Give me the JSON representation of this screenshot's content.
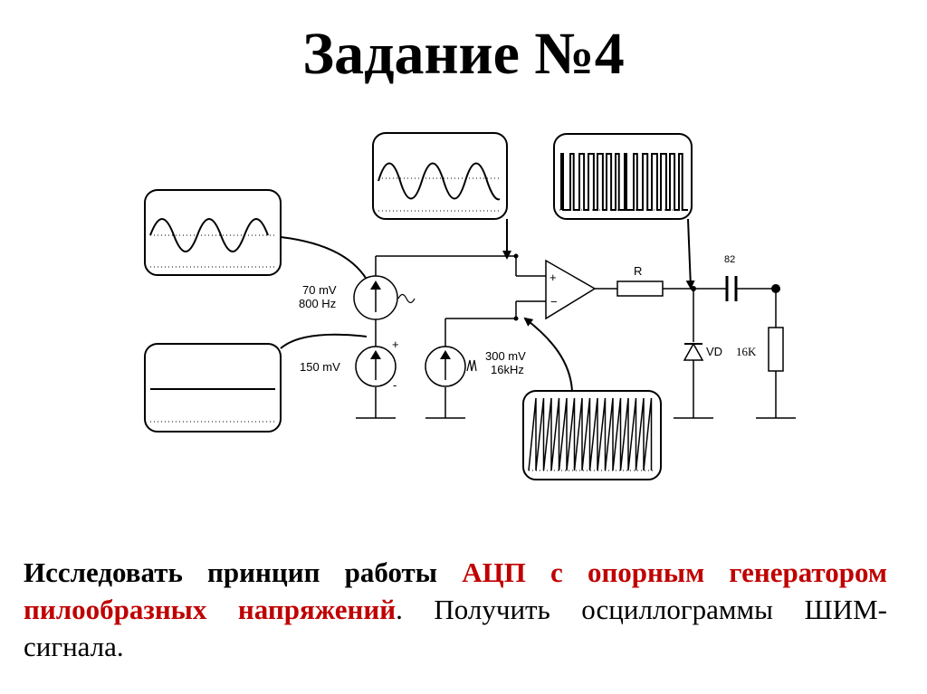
{
  "title": "Задание №4",
  "schematic": {
    "source_sine_amp": "70 mV",
    "source_sine_freq": "800 Hz",
    "source_dc": "150 mV",
    "source_saw_amp": "300 mV",
    "source_saw_freq": "16kHz",
    "resistor_r": "R",
    "capacitor": "82",
    "diode": "VD",
    "load_resistor": "16K",
    "plus_sign": "+",
    "minus_sign": "-"
  },
  "caption": {
    "part1": "Исследовать принцип работы ",
    "part2_red": "АЦП с опорным генератором пилообразных напряжений",
    "part3": ". Получить осциллограммы ШИМ-сигнала."
  }
}
